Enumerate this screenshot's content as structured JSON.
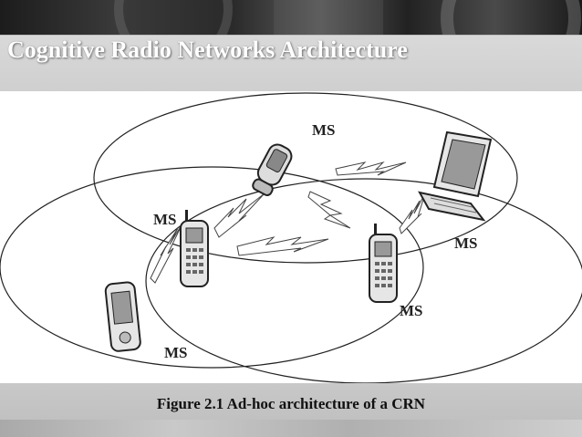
{
  "slide": {
    "title": "Cognitive Radio Networks Architecture",
    "caption": "Figure 2.1 Ad-hoc architecture of a CRN"
  },
  "diagram": {
    "labels": [
      "MS",
      "MS",
      "MS",
      "MS",
      "MS"
    ],
    "devices": [
      "flip-phone",
      "mobile-phone",
      "mobile-phone",
      "pda",
      "laptop"
    ]
  },
  "colors": {
    "title_text": "#ffffff",
    "title_bar": "#d4d4d4",
    "caption_bar": "#c4c4c4",
    "line": "#222222"
  }
}
